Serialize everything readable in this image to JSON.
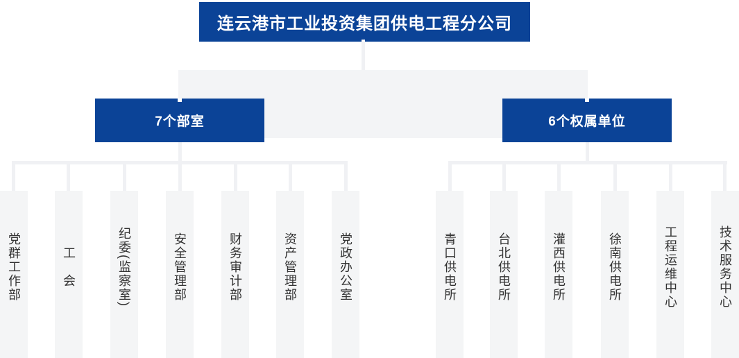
{
  "org": {
    "root_label": "连云港市工业投资集团供电工程分公司",
    "branches": [
      {
        "label": "7个部室",
        "children": [
          "党群工作部",
          "工　会",
          "纪委(监察室)",
          "安全管理部",
          "财务审计部",
          "资产管理部",
          "党政办公室"
        ]
      },
      {
        "label": "6个权属单位",
        "children": [
          "青口供电所",
          "台北供电所",
          "灌西供电所",
          "徐南供电所",
          "工程运维中心",
          "技术服务中心"
        ]
      }
    ],
    "colors": {
      "node_blue": "#0b4397",
      "node_text": "#ffffff",
      "connector_gray": "#f0f1f4",
      "panel_gray": "#f3f4f6",
      "leaf_bg": "#f4f5f6",
      "leaf_text": "#333333"
    }
  }
}
